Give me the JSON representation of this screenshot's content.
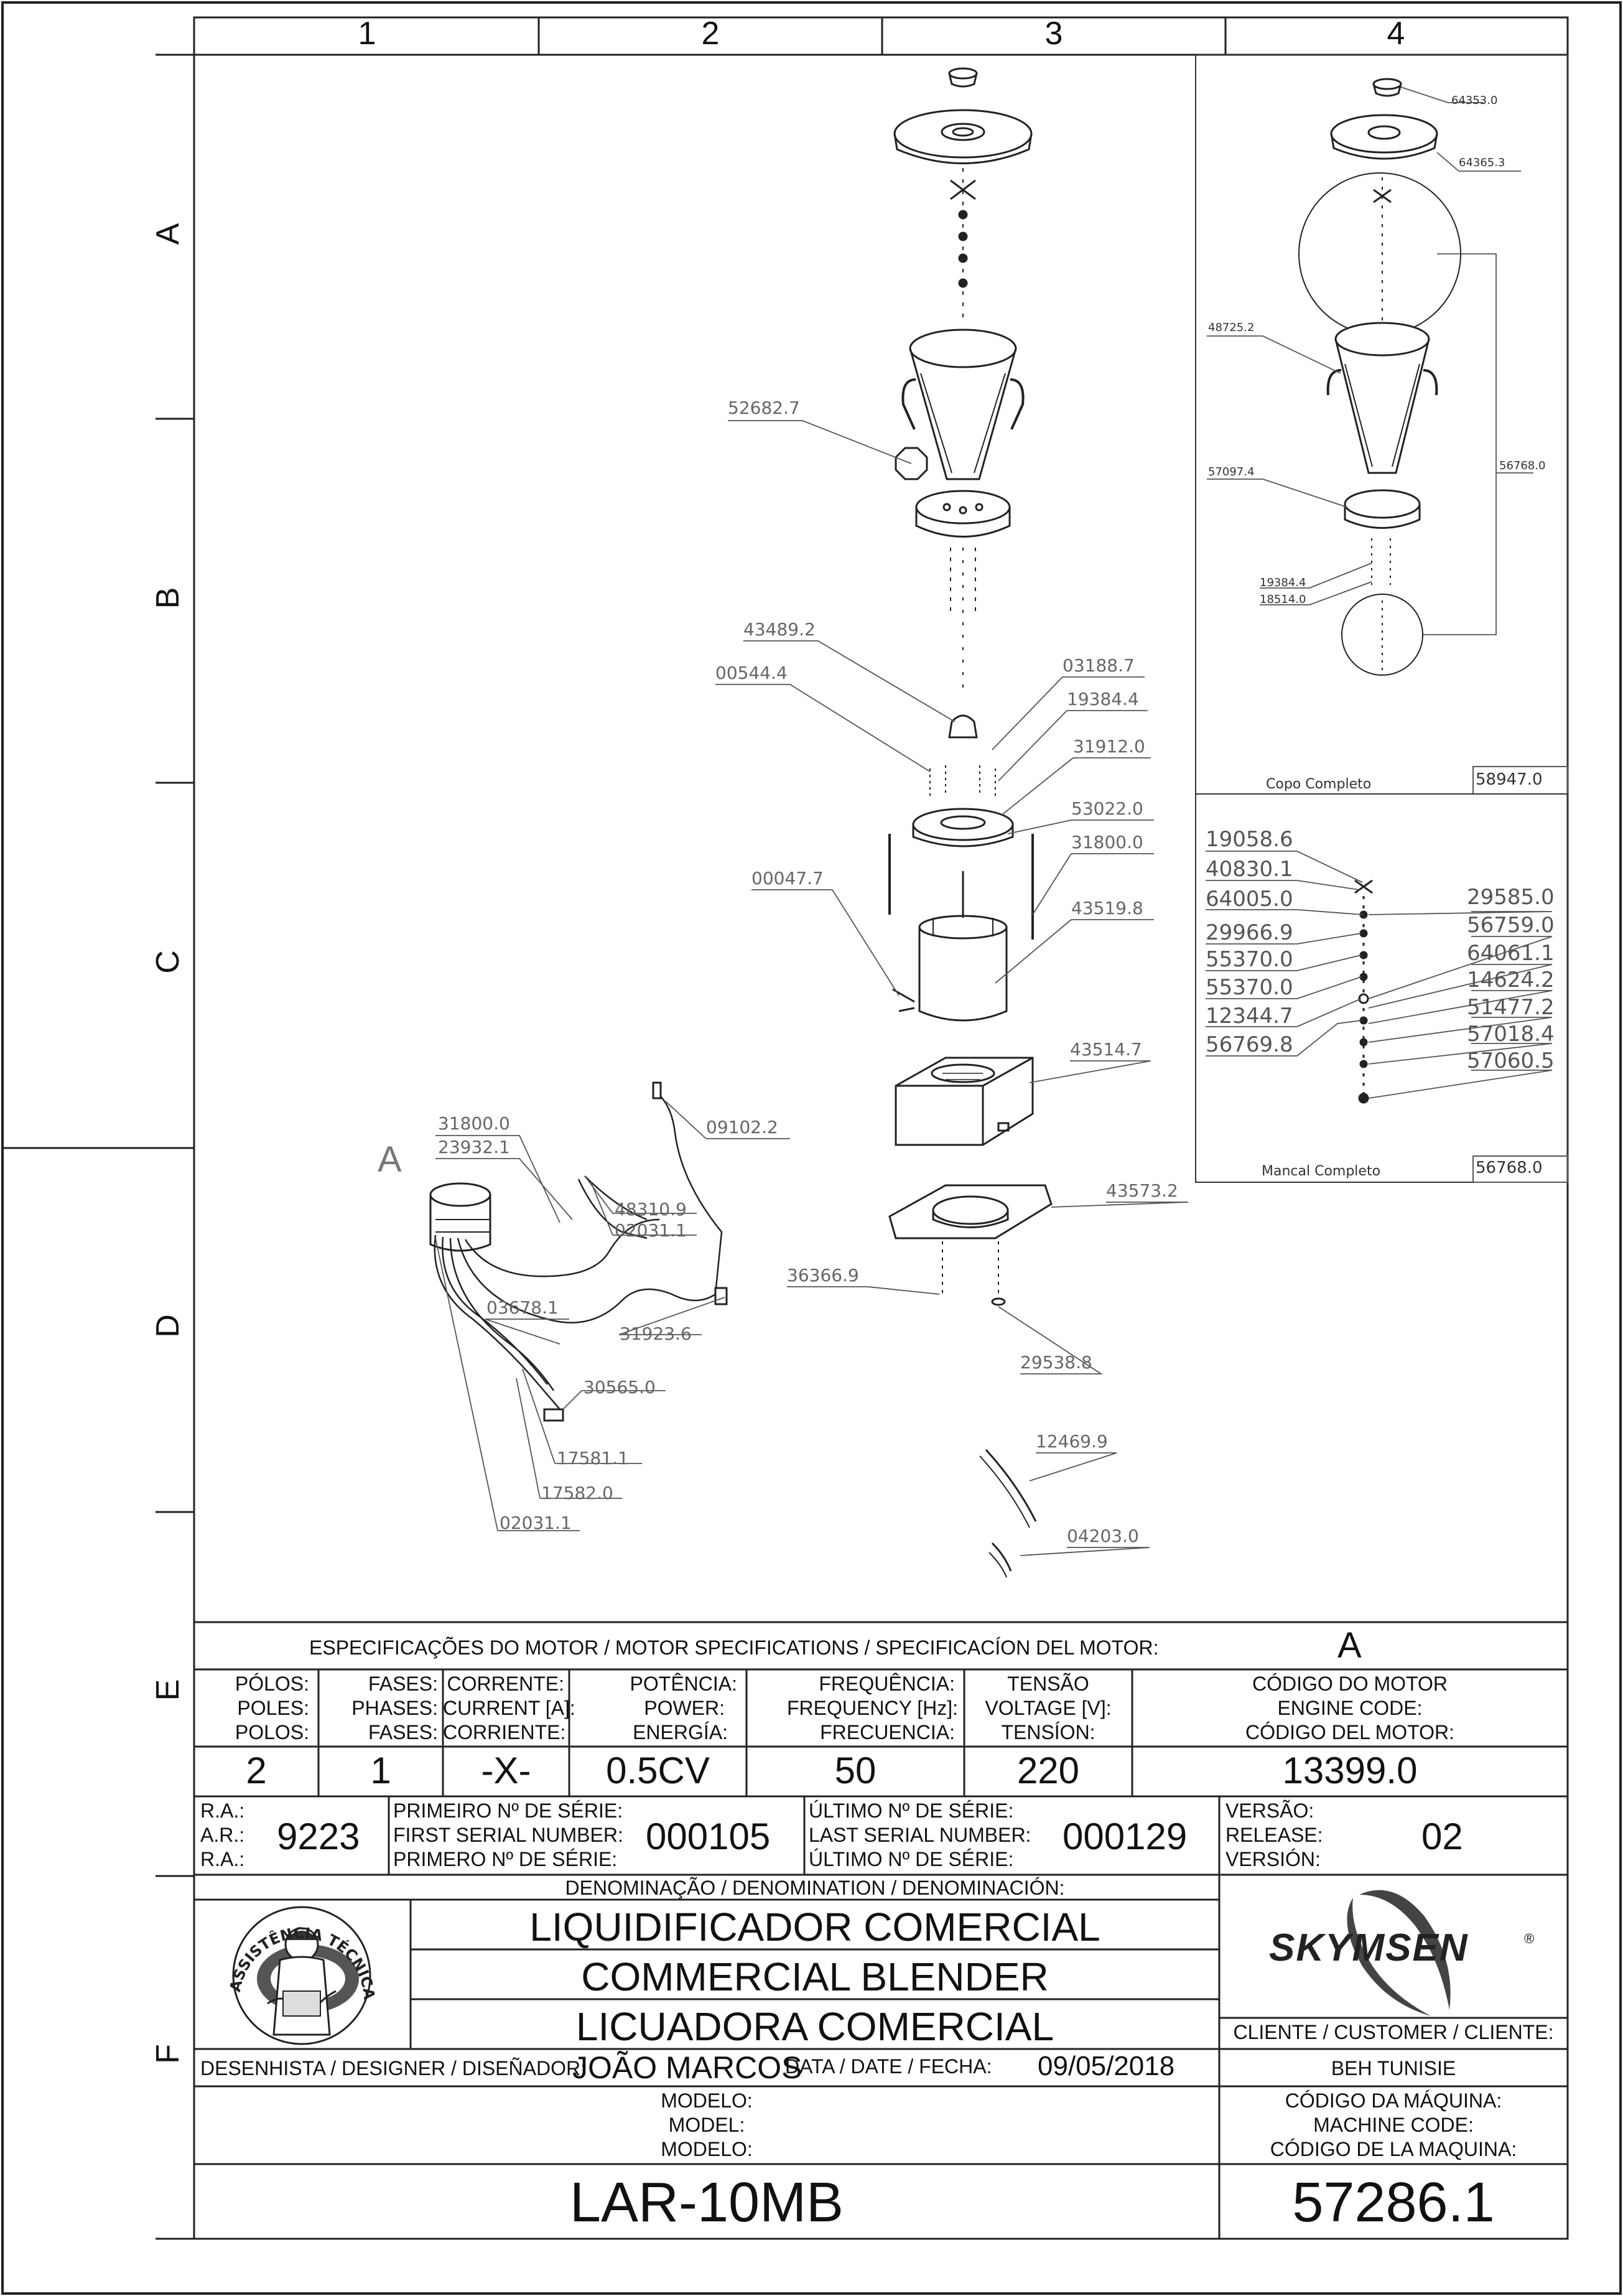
{
  "grid": {
    "columns": [
      "1",
      "2",
      "3",
      "4"
    ],
    "rows": [
      "A",
      "B",
      "C",
      "D",
      "E",
      "F"
    ]
  },
  "callouts_main": [
    "52682.7",
    "43489.2",
    "00544.4",
    "03188.7",
    "19384.4",
    "31912.0",
    "53022.0",
    "31800.0",
    "00047.7",
    "43519.8",
    "43514.7",
    "43573.2",
    "36366.9",
    "29538.8",
    "12469.9",
    "04203.0",
    "31800.0",
    "23932.1",
    "09102.2",
    "48310.9",
    "02031.1",
    "03678.1",
    "31923.6",
    "30565.0",
    "17581.1",
    "17582.0",
    "02031.1"
  ],
  "detail_a_letter": "A",
  "copo": {
    "callouts": [
      "64353.0",
      "64365.3",
      "48725.2",
      "57097.4",
      "56768.0",
      "19384.4",
      "18514.0"
    ],
    "title": "Copo Completo",
    "code": "58947.0"
  },
  "mancal": {
    "callouts_left": [
      "19058.6",
      "40830.1",
      "64005.0",
      "29966.9",
      "55370.0",
      "55370.0",
      "12344.7",
      "56769.8"
    ],
    "callouts_right": [
      "29585.0",
      "56759.0",
      "64061.1",
      "14624.2",
      "51477.2",
      "57018.4",
      "57060.5"
    ],
    "title": "Mancal Completo",
    "code": "56768.0"
  },
  "motor_specs": {
    "header": "ESPECIFICAÇÕES DO MOTOR / MOTOR SPECIFICATIONS / SPECIFICACÍON DEL MOTOR:",
    "header_value": "A",
    "columns": [
      {
        "l1": "PÓLOS:",
        "l2": "POLES:",
        "l3": "POLOS:",
        "value": "2"
      },
      {
        "l1": "FASES:",
        "l2": "PHASES:",
        "l3": "FASES:",
        "value": "1"
      },
      {
        "l1": "CORRENTE:",
        "l2": "CURRENT [A]:",
        "l3": "CORRIENTE:",
        "value": "-X-"
      },
      {
        "l1": "POTÊNCIA:",
        "l2": "POWER:",
        "l3": "ENERGÍA:",
        "value": "0.5CV"
      },
      {
        "l1": "FREQUÊNCIA:",
        "l2": "FREQUENCY [Hz]:",
        "l3": "FRECUENCIA:",
        "value": "50"
      },
      {
        "l1": "TENSÃO",
        "l2": "VOLTAGE [V]:",
        "l3": "TENSÍON:",
        "value": "220"
      },
      {
        "l1": "CÓDIGO DO MOTOR",
        "l2": "ENGINE CODE:",
        "l3": "CÓDIGO DEL MOTOR:",
        "value": "13399.0"
      }
    ]
  },
  "serial": {
    "ra_labels": [
      "R.A.:",
      "A.R.:",
      "R.A.:"
    ],
    "ra_value": "9223",
    "first_labels": [
      "PRIMEIRO Nº DE SÉRIE:",
      "FIRST SERIAL NUMBER:",
      "PRIMERO Nº DE SÉRIE:"
    ],
    "first_value": "000105",
    "last_labels": [
      "ÚLTIMO Nº DE SÉRIE:",
      "LAST SERIAL NUMBER:",
      "ÚLTIMO Nº DE SÉRIE:"
    ],
    "last_value": "000129",
    "version_labels": [
      "VERSÃO:",
      "RELEASE:",
      "VERSIÓN:"
    ],
    "version_value": "02"
  },
  "denomination": {
    "header": "DENOMINAÇÃO / DENOMINATION / DENOMINACIÓN:",
    "pt": "LIQUIDIFICADOR COMERCIAL",
    "en": "COMMERCIAL BLENDER",
    "es": "LICUADORA COMERCIAL"
  },
  "seal_text": "ASSISTÊNCIA TÉCNICA AUTORIZADA",
  "brand": "SKYMSEN",
  "client": {
    "label": "CLIENTE / CUSTOMER / CLIENTE:",
    "value": "BEH TUNISIE"
  },
  "designer": {
    "label": "DESENHISTA / DESIGNER / DISEÑADOR:",
    "value": "JOÃO MARCOS"
  },
  "date": {
    "label": "DATA / DATE / FECHA:",
    "value": "09/05/2018"
  },
  "model": {
    "labels": [
      "MODELO:",
      "MODEL:",
      "MODELO:"
    ],
    "value": "LAR-10MB"
  },
  "machine_code": {
    "labels": [
      "CÓDIGO DA MÁQUINA:",
      "MACHINE CODE:",
      "CÓDIGO DE LA MAQUINA:"
    ],
    "value": "57286.1"
  }
}
